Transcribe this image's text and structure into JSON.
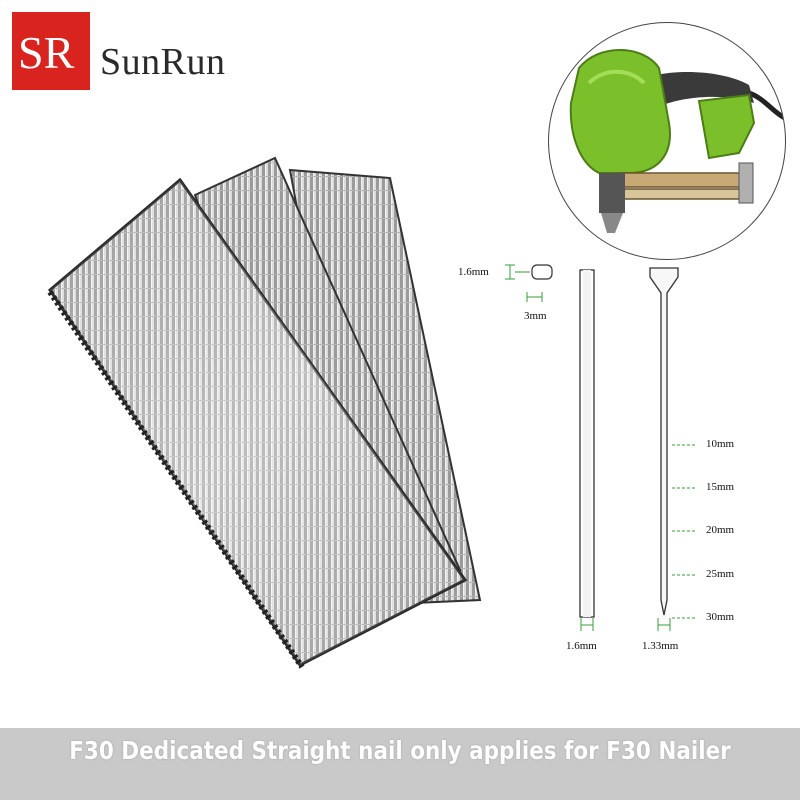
{
  "logo": {
    "mark": "SR",
    "brand_name": "SunRun"
  },
  "diagram": {
    "head_thickness": "1.6mm",
    "head_width": "3mm",
    "shank_width": "1.6mm",
    "tip_width": "1.33mm",
    "lengths": [
      "10mm",
      "15mm",
      "20mm",
      "25mm",
      "30mm"
    ]
  },
  "banner": {
    "text": "F30 Dedicated Straight nail only applies for F30 Nailer"
  },
  "colors": {
    "logo_red": "#d8231f",
    "tool_green": "#7bbf2a",
    "banner_gray": "#c9c9c9"
  },
  "icons": [
    "nail-strip-image",
    "nail-gun-image"
  ]
}
